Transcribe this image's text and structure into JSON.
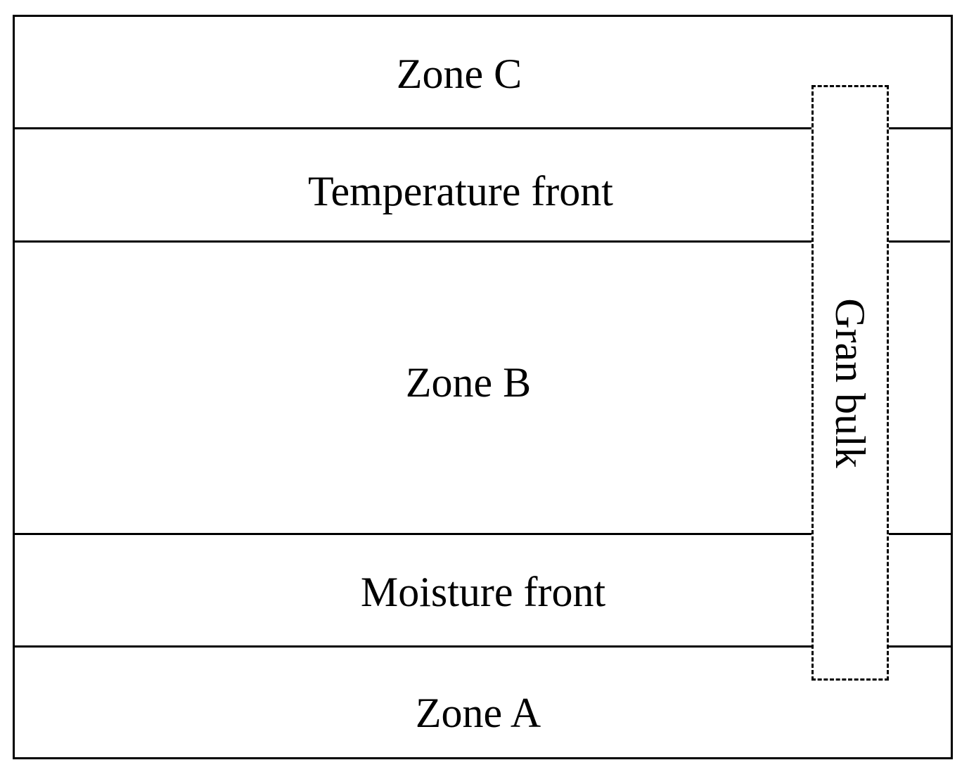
{
  "diagram": {
    "zones": {
      "zone_c": "Zone C",
      "temperature_front": "Temperature front",
      "zone_b": "Zone B",
      "moisture_front": "Moisture front",
      "zone_a": "Zone A"
    },
    "bulk_label": "Gran bulk",
    "colors": {
      "line": "#000000",
      "background": "#ffffff"
    }
  }
}
